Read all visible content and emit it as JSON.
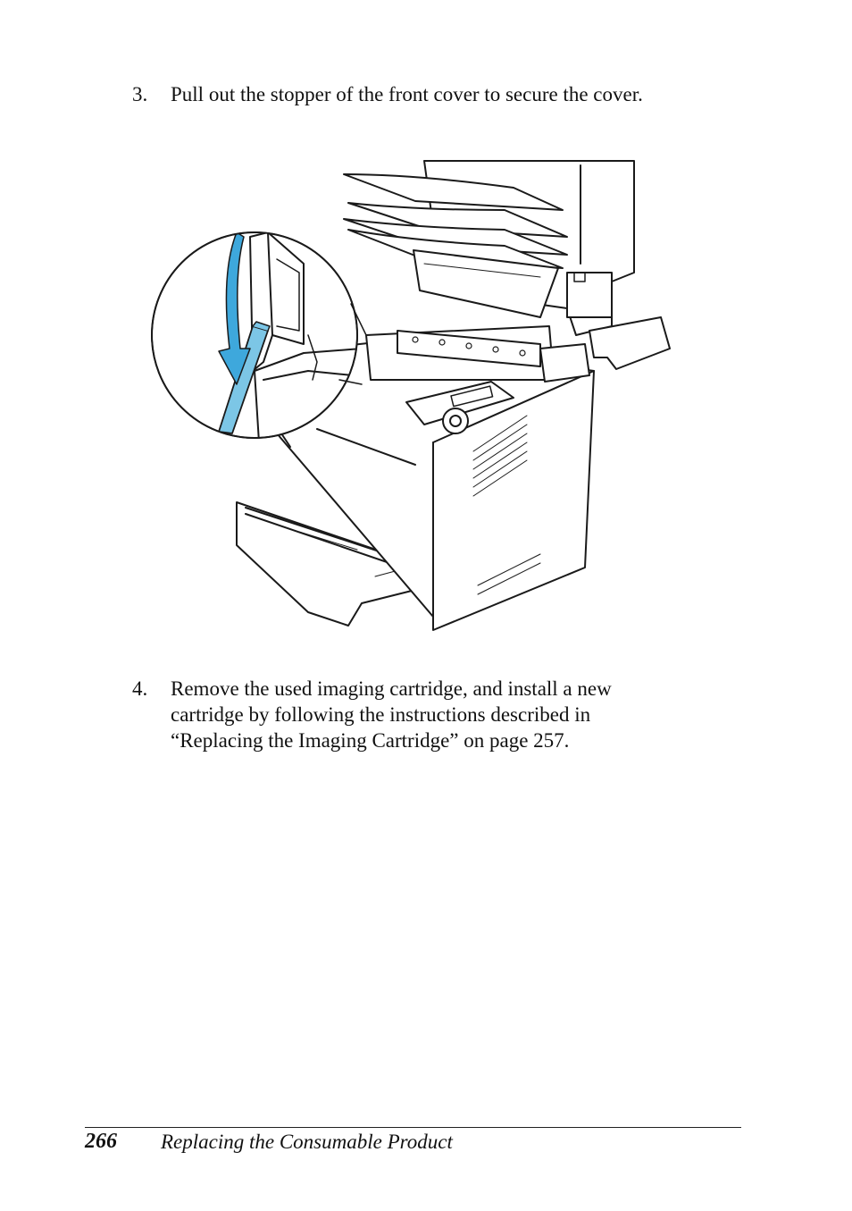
{
  "steps": [
    {
      "number": "3.",
      "lines": [
        "Pull out the stopper of the front cover to secure the cover."
      ]
    },
    {
      "number": "4.",
      "lines": [
        "Remove the used imaging cartridge, and install a new",
        "cartridge by following the instructions described in",
        "“Replacing the Imaging Cartridge” on page 257."
      ]
    }
  ],
  "illustration": {
    "icons": [
      "printer-illustration",
      "stopper-closeup",
      "down-arrow-icon"
    ],
    "colors": {
      "stopper": "#7cc6e6",
      "arrow": "#3ea8dc",
      "line": "#1a1a1a"
    }
  },
  "footer": {
    "page_number": "266",
    "section_title": "Replacing the Consumable Product"
  }
}
